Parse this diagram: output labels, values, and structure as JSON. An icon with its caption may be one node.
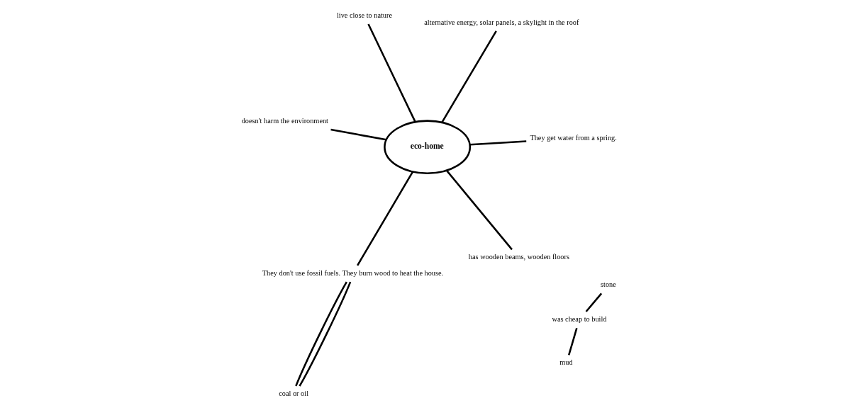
{
  "diagram": {
    "nodes": [
      {
        "text": [
          "eco-home"
        ]
      },
      {
        "text": [
          "They get water from a spring."
        ]
      },
      {
        "text": [
          "has wooden beams, wooden floors"
        ]
      },
      {
        "text": [
          "was cheap to build"
        ]
      },
      {
        "text": [
          "stone"
        ]
      },
      {
        "text": [
          "mud"
        ]
      },
      {
        "text": [
          "doesn't harm the environment"
        ]
      },
      {
        "text": [
          "alternative energy, solar panels, a skylight in the roof"
        ]
      },
      {
        "text": [
          "live close to nature"
        ]
      },
      {
        "text": [
          "They don't use fossil fuels. They burn wood to heat the house."
        ]
      },
      {
        "text": [
          "coal or oil"
        ]
      }
    ],
    "edges": [
      {
        "from": 0,
        "to": 1,
        "arrow": "none"
      },
      {
        "from": 0,
        "to": 2,
        "arrow": "none"
      },
      {
        "from": 3,
        "to": 4,
        "arrow": "none"
      },
      {
        "from": 3,
        "to": 5,
        "arrow": "none"
      },
      {
        "from": 0,
        "to": 6,
        "arrow": "none"
      },
      {
        "from": 0,
        "to": 7,
        "arrow": "none"
      },
      {
        "from": 0,
        "to": 8,
        "arrow": "none"
      },
      {
        "from": 0,
        "to": 9,
        "arrow": "none"
      },
      {
        "from": 9,
        "to": 10,
        "arrow": "none"
      },
      {
        "from": 9,
        "to": 10,
        "arrow": "none"
      }
    ]
  }
}
